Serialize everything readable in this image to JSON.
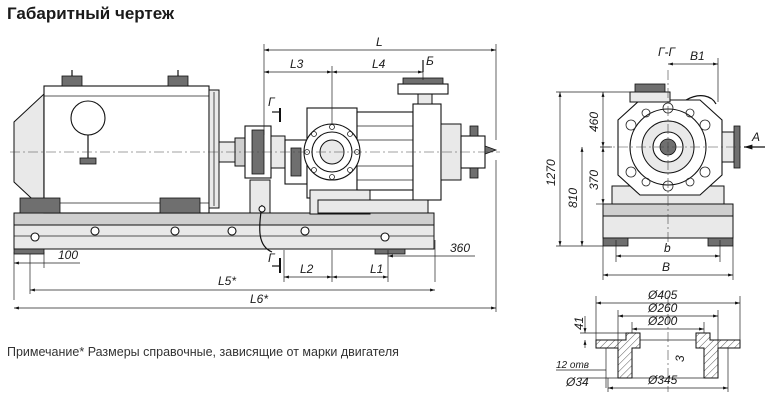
{
  "title": "Габаритный чертеж",
  "footnote": "Примечание* Размеры справочные, зависящие от марки двигателя",
  "side_view": {
    "dims": {
      "L": "L",
      "L3": "L3",
      "L4": "L4",
      "B_mark": "Б",
      "G_section_top": "Г",
      "G_section_bottom": "Г",
      "L2": "L2",
      "L1": "L1",
      "d360": "360",
      "d100": "100",
      "L5": "L5*",
      "L6": "L6*"
    }
  },
  "end_view": {
    "section": "Г-Г",
    "B1": "B1",
    "A_mark": "А",
    "d460": "460",
    "d370": "370",
    "d1270": "1270",
    "d810": "810",
    "b": "b",
    "B": "B"
  },
  "flange": {
    "d405": "Ø405",
    "d260": "Ø260",
    "d200": "Ø200",
    "h41": "41",
    "h3": "3",
    "d12": "12 отв",
    "d34": "Ø34",
    "d345": "Ø345"
  }
}
